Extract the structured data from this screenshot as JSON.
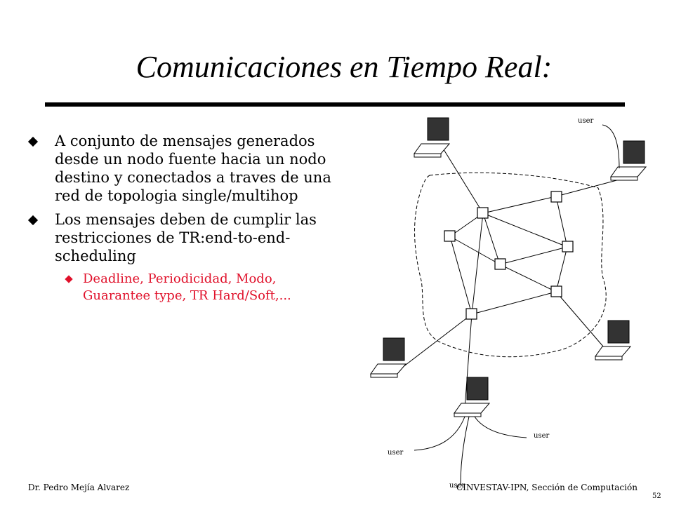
{
  "slide": {
    "title": "Comunicaciones en Tiempo Real:",
    "bullets": [
      "A conjunto de mensajes generados desde un nodo fuente hacia un nodo destino y conectados a traves de una red de topologia single/multihop",
      "Los mensajes deben de cumplir las restricciones de TR:end-to-end-scheduling"
    ],
    "sub_bullets": [
      "Deadline, Periodicidad, Modo, Guarantee type, TR Hard/Soft,..."
    ],
    "accent_color": "#e0102a"
  },
  "diagram": {
    "labels": {
      "user_top": "user",
      "user_bottom_right": "user",
      "user_bottom_left": "user",
      "user_bottom": "user"
    }
  },
  "footer": {
    "author": "Dr. Pedro Mejía Alvarez",
    "institution": "CINVESTAV-IPN,  Sección de Computación",
    "page": "52"
  }
}
